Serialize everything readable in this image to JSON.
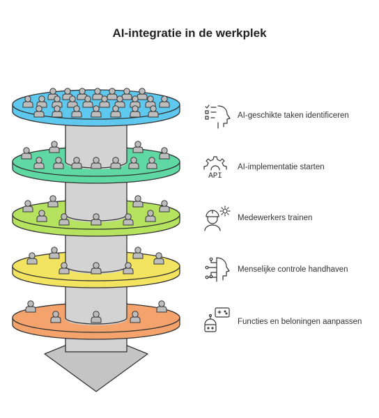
{
  "title": "AI-integratie in de werkplek",
  "steps": [
    {
      "label": "AI-geschikte taken identificeren",
      "color": "#5ec8ee",
      "icon": "task-list-head-icon"
    },
    {
      "label": "AI-implementatie starten",
      "color": "#5fd8a4",
      "icon": "api-gear-icon",
      "icon_text": "API"
    },
    {
      "label": "Medewerkers trainen",
      "color": "#b6e35f",
      "icon": "worker-gear-icon"
    },
    {
      "label": "Menselijke controle handhaven",
      "color": "#f2e461",
      "icon": "circuit-head-icon"
    },
    {
      "label": "Functies en beloningen aanpassen",
      "color": "#f5a36c",
      "icon": "robot-game-icon"
    }
  ],
  "colors": {
    "column": "#d3d3d3",
    "arrow": "#c4c4c4",
    "stroke": "#333333",
    "person": "#bdbdbd"
  }
}
